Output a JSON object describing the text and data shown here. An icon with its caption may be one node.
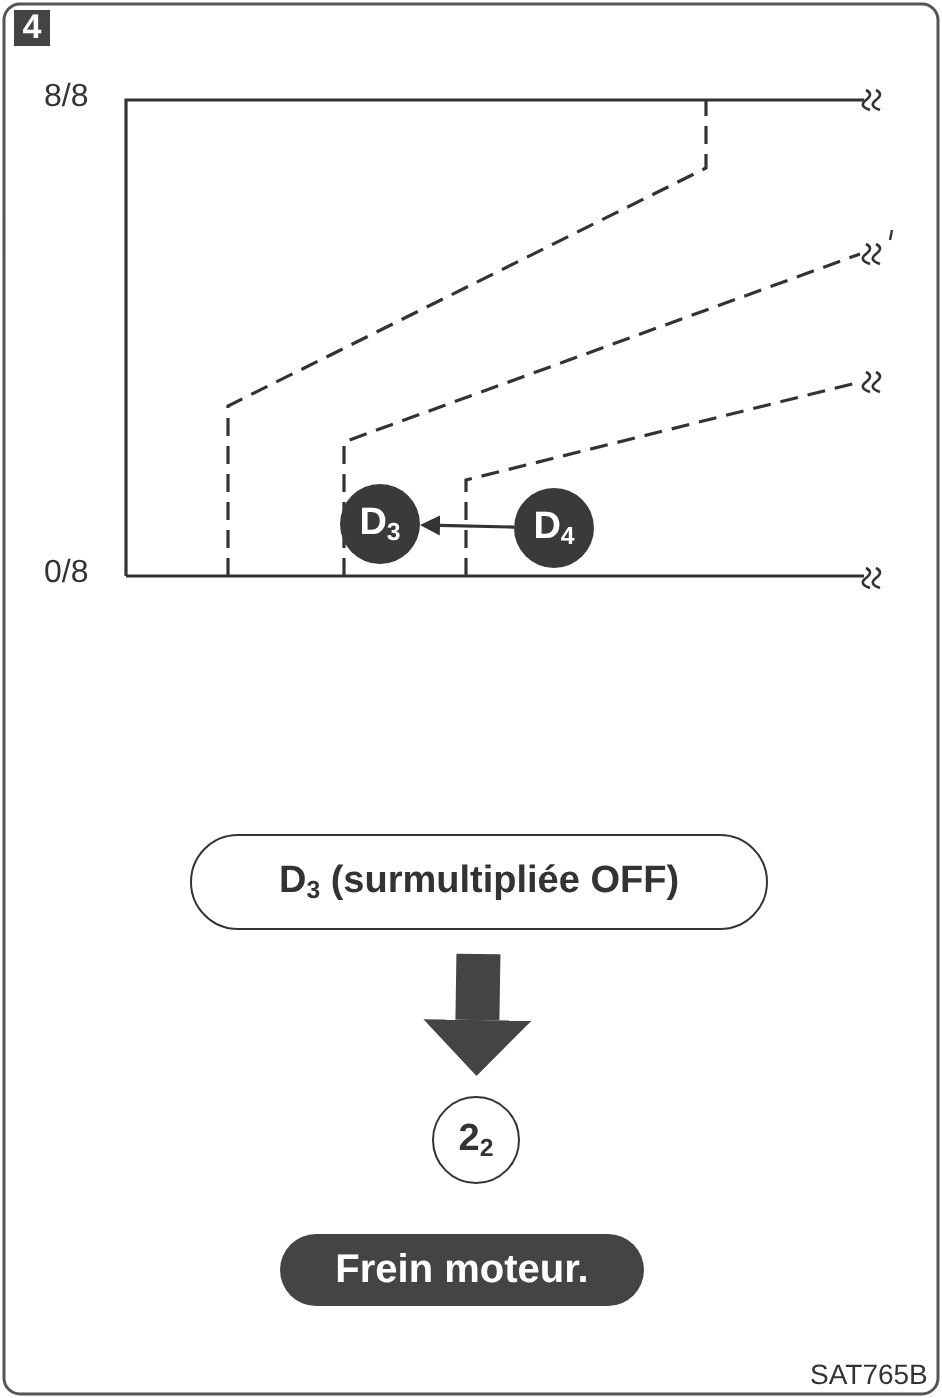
{
  "diagram": {
    "nodes": [
      {
        "text": [
          "D$_{3}$"
        ]
      },
      {
        "text": [
          "D$_{4}$"
        ]
      },
      {
        "text": [
          "D$_{3}$ (surmultipliée OFF)"
        ]
      },
      {
        "text": [
          "2$_{2}$"
        ]
      },
      {
        "text": [
          "Frein moteur."
        ]
      }
    ],
    "edges": [
      {
        "from": 1,
        "to": 0,
        "arrow": "to"
      },
      {
        "from": 2,
        "to": 3,
        "arrow": "to",
        "style": "thick"
      }
    ],
    "labels": [
      "4",
      "8/8",
      "0/8",
      "SAT765B"
    ]
  }
}
